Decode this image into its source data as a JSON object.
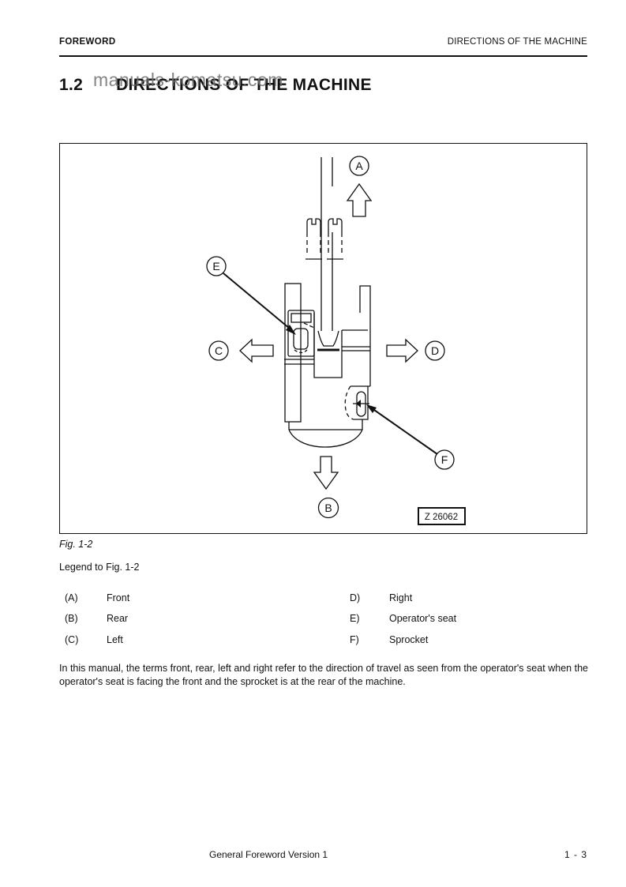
{
  "header": {
    "left": "FOREWORD",
    "right": "DIRECTIONS OF THE MACHINE"
  },
  "title": {
    "number": "1.2",
    "text": "DIRECTIONS OF THE MACHINE"
  },
  "watermark": "manuals-komatsu.com",
  "figure": {
    "caption": "Fig. 1-2",
    "drawing_number": "Z 26062",
    "callouts": {
      "a": "A",
      "b": "B",
      "c": "C",
      "d": "D",
      "e": "E",
      "f": "F"
    }
  },
  "legend": {
    "title": "Legend to Fig. 1-2",
    "left": [
      {
        "key": "(A)",
        "value": "Front"
      },
      {
        "key": "(B)",
        "value": "Rear"
      },
      {
        "key": "(C)",
        "value": "Left"
      }
    ],
    "right": [
      {
        "key": "D)",
        "value": "Right"
      },
      {
        "key": "E)",
        "value": "Operator's seat"
      },
      {
        "key": "F)",
        "value": "Sprocket"
      }
    ]
  },
  "paragraph": "In this manual, the terms front, rear, left and right refer to the direction of travel as seen from the operator's seat when the operator's seat is facing the front and the sprocket is at the rear of the machine.",
  "footer": {
    "center": "General Foreword Version 1",
    "page_number": "1 - 3"
  }
}
